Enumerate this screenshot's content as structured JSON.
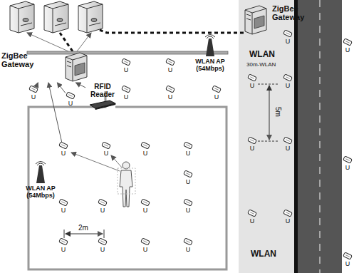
{
  "diagram": {
    "nodes": [
      {
        "text": [
          "ZigBee Gateway"
        ]
      },
      {
        "text": [
          "ZigBee Gateway"
        ]
      },
      {
        "text": [
          "WLAN AP (54Mbps)"
        ]
      },
      {
        "text": [
          "RFID Reader"
        ]
      },
      {
        "text": [
          "WLAN AP (54Mbps)"
        ]
      },
      {
        "text": [
          "U"
        ]
      },
      {
        "text": [
          "U"
        ]
      },
      {
        "text": [
          "U"
        ]
      },
      {
        "text": [
          "U"
        ]
      },
      {
        "text": [
          "U"
        ]
      },
      {
        "text": [
          "U"
        ]
      },
      {
        "text": [
          "U"
        ]
      },
      {
        "text": [
          "U"
        ]
      },
      {
        "text": [
          "U"
        ]
      },
      {
        "text": [
          "U"
        ]
      },
      {
        "text": [
          "U"
        ]
      },
      {
        "text": [
          "U"
        ]
      },
      {
        "text": [
          "U"
        ]
      },
      {
        "text": [
          "U"
        ]
      },
      {
        "text": [
          "U"
        ]
      },
      {
        "text": [
          "U"
        ]
      },
      {
        "text": [
          "U"
        ]
      },
      {
        "text": [
          "U"
        ]
      },
      {
        "text": [
          "U"
        ]
      },
      {
        "text": [
          "U"
        ]
      },
      {
        "text": [
          "U"
        ]
      },
      {
        "text": [
          "U"
        ]
      },
      {
        "text": [
          "U"
        ]
      },
      {
        "text": [
          "U"
        ]
      },
      {
        "text": [
          "U"
        ]
      },
      {
        "text": [
          "U"
        ]
      },
      {
        "text": [
          "U"
        ]
      },
      {
        "text": [
          "U"
        ]
      },
      {
        "text": [
          "U"
        ]
      },
      {
        "text": [
          "U"
        ]
      }
    ],
    "edges": [
      {
        "from": 7,
        "to": 1,
        "arrow": "to"
      },
      {
        "from": 8,
        "to": 1,
        "arrow": "to"
      },
      {
        "from": 22,
        "to": 1,
        "arrow": "to"
      },
      {
        "from": 3,
        "to": 1,
        "arrow": "to"
      }
    ],
    "labels": [
      "WLAN",
      "30m-WLAN",
      "5m",
      "2m",
      "WLAN"
    ]
  }
}
